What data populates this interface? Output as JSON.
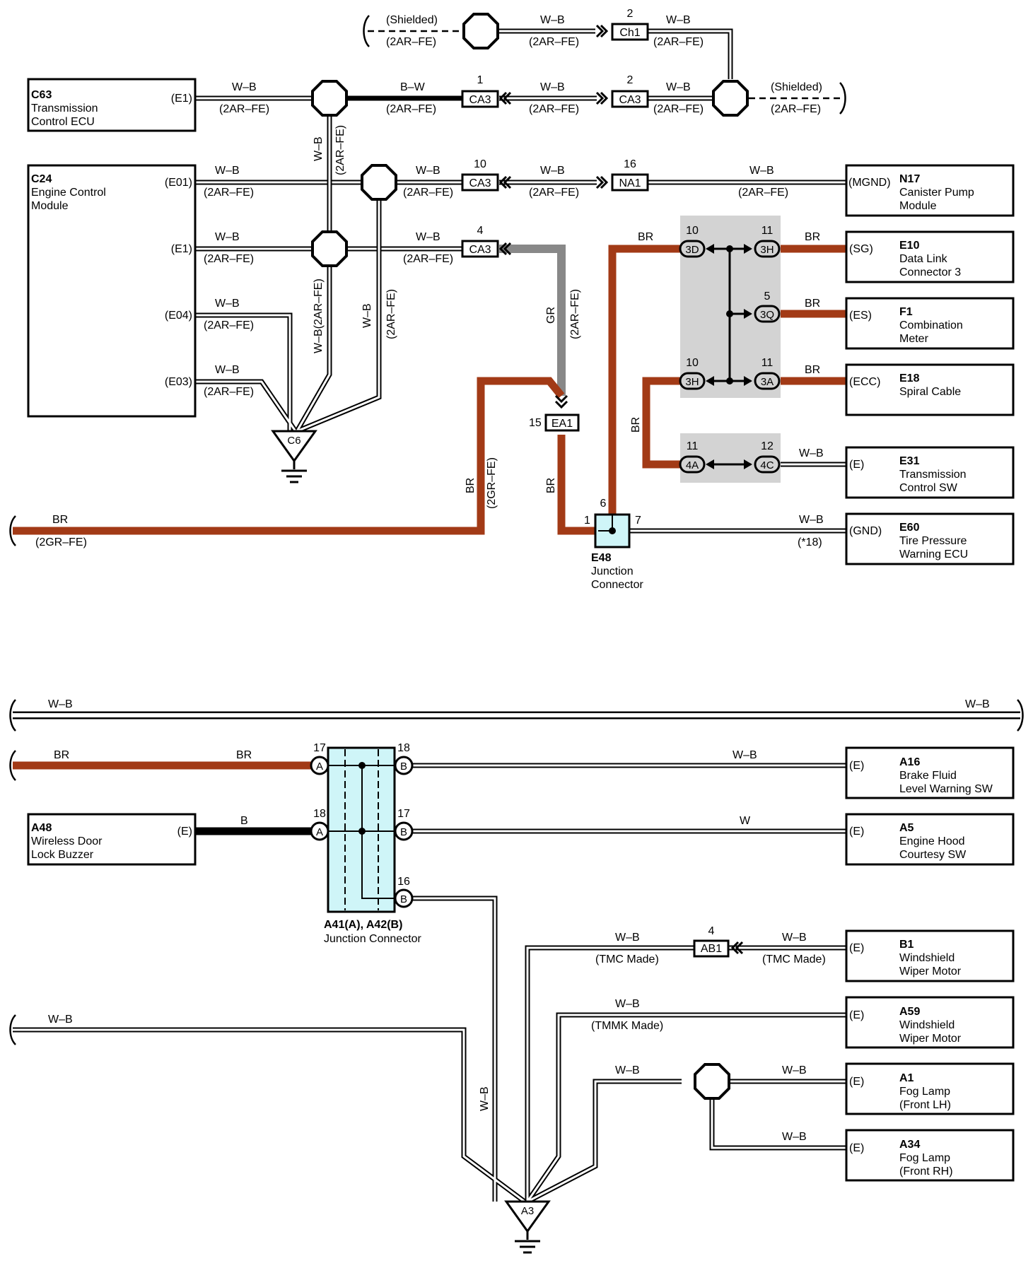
{
  "colors": {
    "wire_wb": "#000000",
    "wire_br": "#a23a16",
    "wire_gr": "#888888",
    "connector_fill": "#cff5f8",
    "box_shade": "#d3d3d3"
  },
  "labels": {
    "wb": "W–B",
    "br": "BR",
    "bw": "B–W",
    "gr": "GR",
    "b": "B",
    "w": "W",
    "fe2ar": "(2AR–FE)",
    "fe2gr": "(2GR–FE)",
    "shielded": "(Shielded)",
    "tmc": "(TMC Made)",
    "tmmk": "(TMMK Made)",
    "star18": "(*18)",
    "wb2ar": "W–B(2AR–FE)"
  },
  "components": {
    "c63": {
      "id": "C63",
      "name1": "Transmission",
      "name2": "Control ECU",
      "pin": "(E1)"
    },
    "c24": {
      "id": "C24",
      "name1": "Engine Control",
      "name2": "Module",
      "pin_e01": "(E01)",
      "pin_e1": "(E1)",
      "pin_e04": "(E04)",
      "pin_e03": "(E03)"
    },
    "n17": {
      "id": "N17",
      "name1": "Canister Pump",
      "name2": "Module",
      "pin": "(MGND)"
    },
    "e10": {
      "id": "E10",
      "name1": "Data Link",
      "name2": "Connector 3",
      "pin": "(SG)"
    },
    "f1": {
      "id": "F1",
      "name1": "Combination",
      "name2": "Meter",
      "pin": "(ES)"
    },
    "e18": {
      "id": "E18",
      "name1": "Spiral Cable",
      "pin": "(ECC)"
    },
    "e31": {
      "id": "E31",
      "name1": "Transmission",
      "name2": "Control SW",
      "pin": "(E)"
    },
    "e60": {
      "id": "E60",
      "name1": "Tire Pressure",
      "name2": "Warning ECU",
      "pin": "(GND)"
    },
    "a16": {
      "id": "A16",
      "name1": "Brake Fluid",
      "name2": "Level Warning SW",
      "pin": "(E)"
    },
    "a48": {
      "id": "A48",
      "name1": "Wireless Door",
      "name2": "Lock Buzzer",
      "pin": "(E)"
    },
    "a5": {
      "id": "A5",
      "name1": "Engine Hood",
      "name2": "Courtesy SW",
      "pin": "(E)"
    },
    "b1": {
      "id": "B1",
      "name1": "Windshield",
      "name2": "Wiper Motor",
      "pin": "(E)"
    },
    "a59": {
      "id": "A59",
      "name1": "Windshield",
      "name2": "Wiper Motor",
      "pin": "(E)"
    },
    "a1": {
      "id": "A1",
      "name1": "Fog Lamp",
      "name2": "(Front LH)",
      "pin": "(E)"
    },
    "a34": {
      "id": "A34",
      "name1": "Fog Lamp",
      "name2": "(Front RH)",
      "pin": "(E)"
    }
  },
  "connectors": {
    "ch1": "Ch1",
    "ca3": "CA3",
    "na1": "NA1",
    "ea1": "EA1",
    "ab1": "AB1"
  },
  "pins": {
    "p1": "1",
    "p2": "2",
    "p4": "4",
    "p5": "5",
    "p6": "6",
    "p7": "7",
    "p10": "10",
    "p11": "11",
    "p12": "12",
    "p15": "15",
    "p16": "16",
    "p17": "17",
    "p18": "18"
  },
  "junction_pins": {
    "d3": "3D",
    "h3": "3H",
    "q3": "3Q",
    "a3": "3A",
    "a4": "4A",
    "c4": "4C"
  },
  "letters": {
    "a": "A",
    "b": "B"
  },
  "grounds": {
    "c6": "C6",
    "a3": "A3"
  },
  "junctions": {
    "e48": {
      "id": "E48",
      "name1": "Junction",
      "name2": "Connector"
    },
    "a41": {
      "id": "A41(A), A42(B)",
      "name": "Junction Connector"
    }
  }
}
